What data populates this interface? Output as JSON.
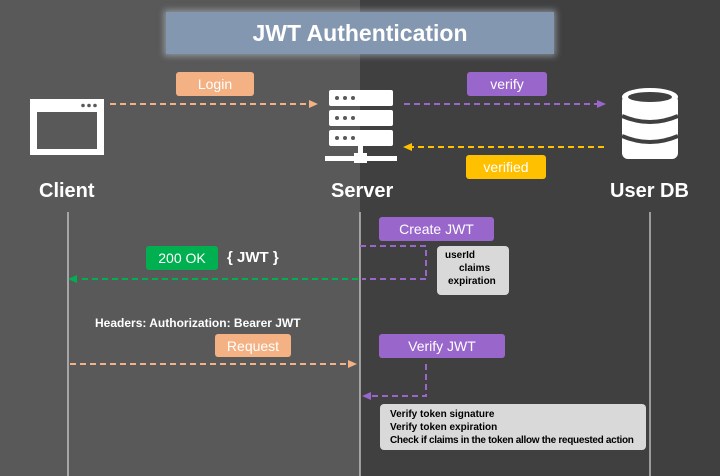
{
  "title": "JWT Authentication",
  "actors": {
    "client": "Client",
    "server": "Server",
    "userdb": "User DB"
  },
  "messages": {
    "login": "Login",
    "verify": "verify",
    "verified": "verified",
    "create_jwt": "Create JWT",
    "ok": "200 OK",
    "jwt_payload": "{ JWT }",
    "headers": "Headers: Authorization: Bearer JWT",
    "request": "Request",
    "verify_jwt": "Verify JWT"
  },
  "notes": {
    "claims": [
      "userId",
      "claims",
      "expiration"
    ],
    "verification": [
      "Verify token signature",
      "Verify token expiration",
      "Check if claims in the token allow the requested action"
    ]
  },
  "colors": {
    "orange": "#f4b183",
    "purple": "#9966cc",
    "yellow": "#ffc000",
    "green": "#00b050",
    "title_bg": "#8497b0",
    "left_bg": "#595959",
    "right_bg": "#404040"
  },
  "icons": {
    "client": "browser-window-icon",
    "server": "server-rack-icon",
    "userdb": "database-icon"
  }
}
